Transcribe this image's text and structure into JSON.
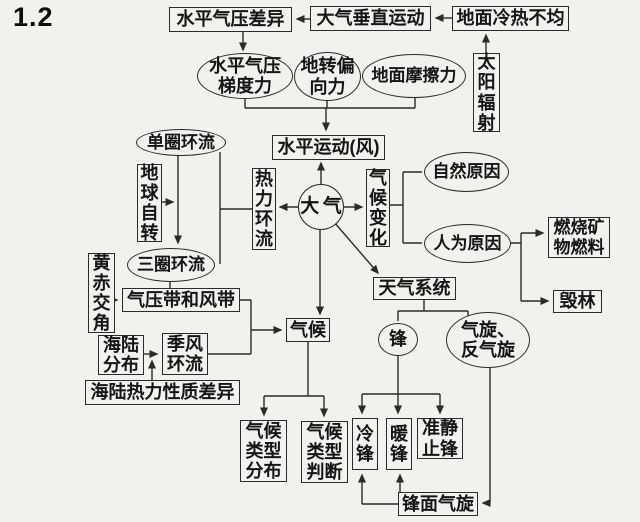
{
  "page_label": "1.2",
  "colors": {
    "background": "#f2f1ee",
    "line": "#2b2b2b",
    "text": "#151515"
  },
  "nodes": {
    "horizontal_pressure_difference": "水平气压差异",
    "atmospheric_vertical_motion": "大气垂直运动",
    "uneven_surface_heating": "地面冷热不均",
    "solar_radiation": "太阳辐射",
    "pressure_gradient_force": "水平气压梯度力",
    "coriolis_force": "地转偏向力",
    "friction_force": "地面摩擦力",
    "horizontal_motion_wind": "水平运动(风)",
    "atmosphere": "大气",
    "thermal_circulation": "热力环流",
    "climate_change": "气候变化",
    "single_cell_circulation": "单圈环流",
    "earth_rotation": "地球自转",
    "three_cell_circulation": "三圈环流",
    "natural_causes": "自然原因",
    "human_causes": "人为原因",
    "burning_fossil_fuels": "燃烧矿物燃料",
    "deforestation": "毁林",
    "ecliptic_obliquity": "黄赤交角",
    "pressure_wind_belts": "气压带和风带",
    "land_sea_distribution": "海陆分布",
    "monsoon_circulation": "季风环流",
    "land_sea_thermal_difference": "海陆热力性质差异",
    "climate": "气候",
    "weather_systems": "天气系统",
    "front": "锋",
    "cyclone_anticyclone": "气旋、反气旋",
    "climate_type_distribution": "气候类型分布",
    "climate_type_judgment": "气候类型判断",
    "cold_front": "冷锋",
    "warm_front": "暖锋",
    "quasi_stationary_front": "准静止锋",
    "frontal_cyclone": "锋面气旋"
  }
}
